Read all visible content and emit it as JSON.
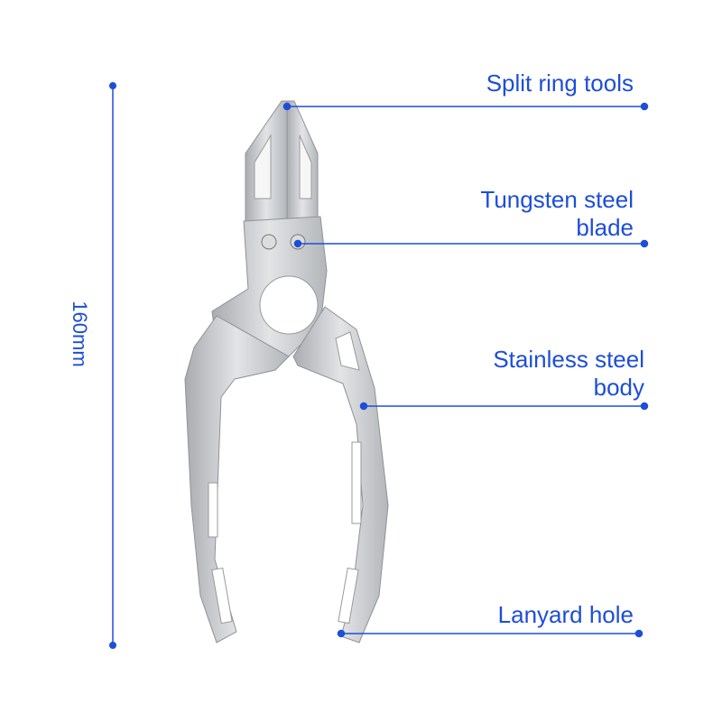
{
  "dimension": {
    "length_label": "160mm"
  },
  "callouts": [
    {
      "line1": "Split ring tools",
      "line2": ""
    },
    {
      "line1": "Tungsten steel",
      "line2": "blade"
    },
    {
      "line1": "Stainless steel",
      "line2": "body"
    },
    {
      "line1": "Lanyard hole",
      "line2": ""
    }
  ],
  "colors": {
    "accent": "#1d4ed8",
    "steel": "#c9cbce"
  }
}
